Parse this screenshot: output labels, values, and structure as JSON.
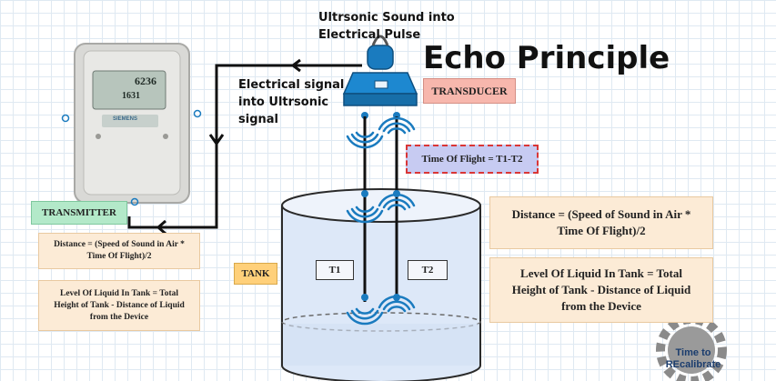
{
  "title": "Echo Principle",
  "captions": {
    "top": [
      "Ultrsonic Sound into",
      "Electrical Pulse"
    ],
    "middle": [
      "Electrical signal",
      "into Ultrsonic",
      "signal"
    ]
  },
  "labels": {
    "transducer": "TRANSDUCER",
    "transmitter": "TRANSMITTER",
    "tank": "TANK",
    "t1": "T1",
    "t2": "T2",
    "time_of_flight": "Time Of Flight = T1-T2"
  },
  "notes": {
    "distance_small": [
      "Distance = (Speed of Sound in Air *",
      "Time Of Flight)/2"
    ],
    "level_small": [
      "Level Of Liquid In Tank = Total",
      "Height of Tank - Distance of Liquid",
      "from the Device"
    ],
    "distance_large": [
      "Distance = (Speed of Sound in Air *",
      "Time Of Flight)/2"
    ],
    "level_large": [
      "Level Of Liquid In Tank = Total",
      "Height of Tank - Distance of Liquid",
      "from the Device"
    ]
  },
  "device_display": {
    "reading_1": "6236",
    "reading_2": "1631",
    "brand": "SIEMENS"
  },
  "logo": [
    "Time to",
    "REcalibrate"
  ],
  "colors": {
    "accent_blue": "#1a7bbf",
    "tank_fill": "#dde8f8",
    "note_fill": "#fcebd6",
    "label_pink": "#f7b7ad",
    "label_green": "#b3e9c9",
    "label_orange": "#ffd07a",
    "tof_fill": "#c7cbf2",
    "tof_border": "#d93636"
  }
}
